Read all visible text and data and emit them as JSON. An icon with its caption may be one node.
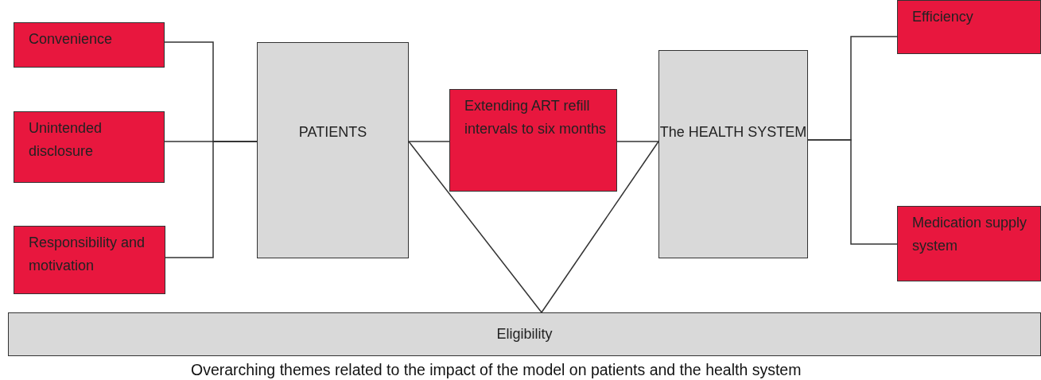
{
  "diagram": {
    "caption": "Overarching themes related to the impact of the model on patients and the health system",
    "nodes": [
      {
        "text": [
          "Convenience"
        ]
      },
      {
        "text": [
          "Unintended disclosure"
        ]
      },
      {
        "text": [
          "Responsibility and motivation"
        ]
      },
      {
        "text": [
          "PATIENTS"
        ]
      },
      {
        "text": [
          "Extending ART refill intervals to six months"
        ]
      },
      {
        "text": [
          "The HEALTH SYSTEM"
        ]
      },
      {
        "text": [
          "Efficiency"
        ]
      },
      {
        "text": [
          "Medication supply system"
        ]
      },
      {
        "text": [
          "Eligibility"
        ]
      }
    ],
    "edges": [
      {
        "from": 0,
        "to": 3,
        "arrow": "none"
      },
      {
        "from": 1,
        "to": 3,
        "arrow": "none"
      },
      {
        "from": 2,
        "to": 3,
        "arrow": "none"
      },
      {
        "from": 3,
        "to": 4,
        "arrow": "none"
      },
      {
        "from": 4,
        "to": 5,
        "arrow": "none"
      },
      {
        "from": 3,
        "to": 8,
        "arrow": "none"
      },
      {
        "from": 5,
        "to": 8,
        "arrow": "none"
      },
      {
        "from": 5,
        "to": 6,
        "arrow": "none"
      },
      {
        "from": 5,
        "to": 7,
        "arrow": "none"
      }
    ]
  }
}
